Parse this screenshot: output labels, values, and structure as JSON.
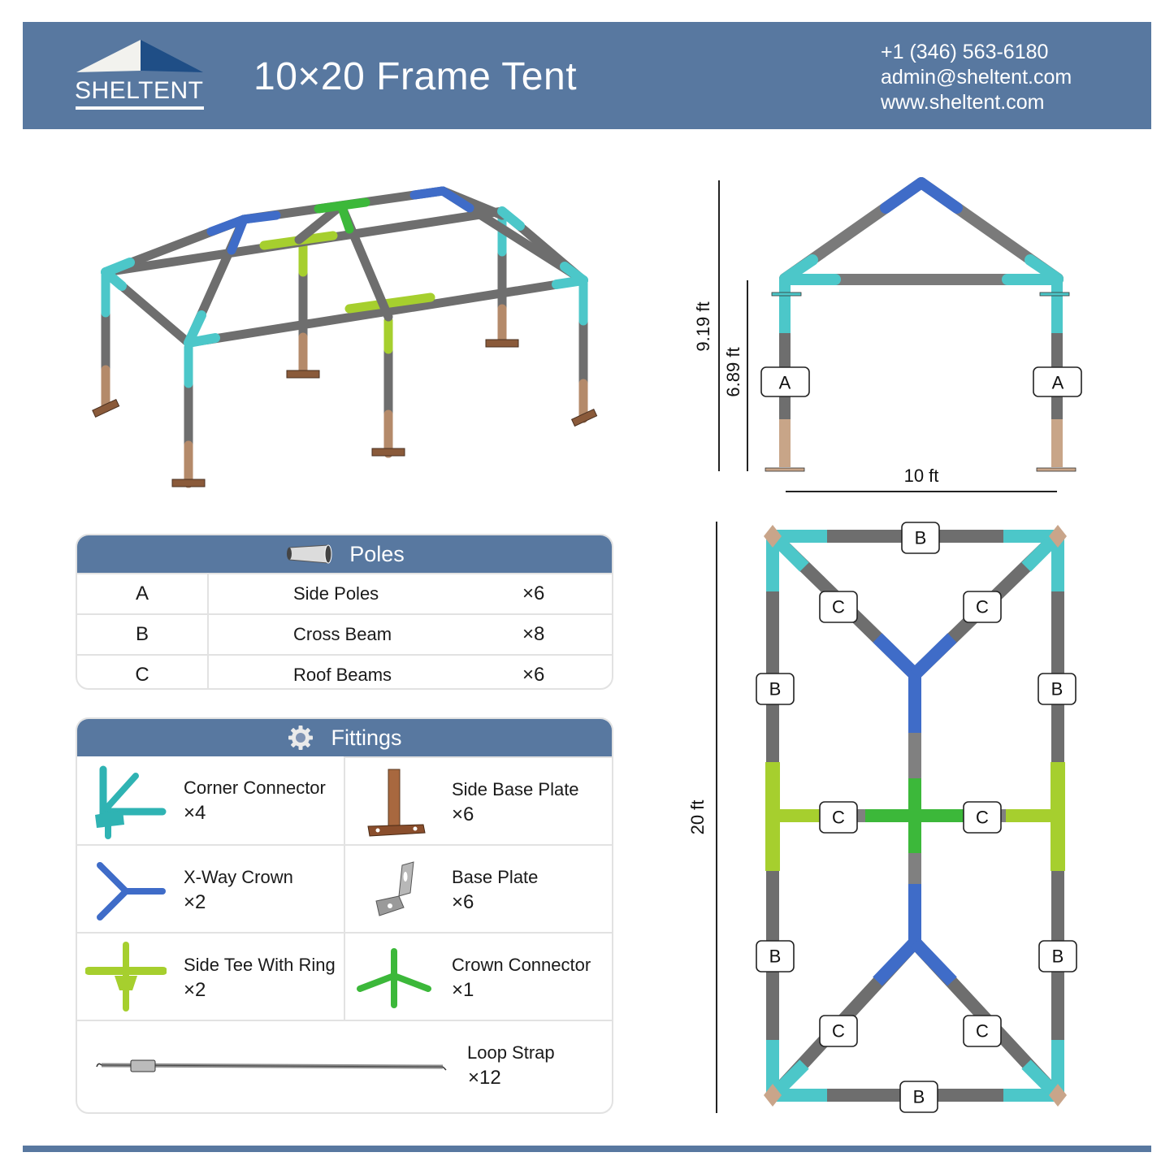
{
  "header": {
    "brand": "SHELTENT",
    "title": "10×20 Frame Tent",
    "contact": {
      "phone": "+1 (346) 563-6180",
      "email": "admin@sheltent.com",
      "website": "www.sheltent.com"
    }
  },
  "colors": {
    "brand_blue": "#5878a0",
    "corner_cyan": "#4cc7c9",
    "crown_blue": "#3f6cc8",
    "tee_lime": "#a6cf2e",
    "crown_green": "#3cb83a",
    "pole_gray": "#6e6e6e",
    "base_brown": "#b48a6a"
  },
  "front_view": {
    "height_total": "9.19 ft",
    "height_side": "6.89 ft",
    "width": "10 ft",
    "labels": [
      "A",
      "A"
    ]
  },
  "top_view": {
    "length": "20 ft",
    "labels": {
      "top_b": "B",
      "upper_c_left": "C",
      "upper_c_right": "C",
      "upper_b_left": "B",
      "upper_b_right": "B",
      "mid_c_left": "C",
      "mid_c_right": "C",
      "lower_b_left": "B",
      "lower_b_right": "B",
      "lower_c_left": "C",
      "lower_c_right": "C",
      "bottom_b": "B"
    }
  },
  "poles": {
    "title": "Poles",
    "icon": "pole-tube-icon",
    "rows": [
      {
        "code": "A",
        "name": "Side Poles",
        "qty": "×6"
      },
      {
        "code": "B",
        "name": "Cross Beam",
        "qty": "×8"
      },
      {
        "code": "C",
        "name": "Roof Beams",
        "qty": "×6"
      }
    ]
  },
  "fittings": {
    "title": "Fittings",
    "icon": "gear-icon",
    "items": [
      {
        "name": "Corner Connector",
        "qty": "×4",
        "icon": "corner-connector-icon"
      },
      {
        "name": "Side Base Plate",
        "qty": "×6",
        "icon": "side-base-plate-icon"
      },
      {
        "name": "X-Way Crown",
        "qty": "×2",
        "icon": "x-way-crown-icon"
      },
      {
        "name": "Base Plate",
        "qty": "×6",
        "icon": "base-plate-icon"
      },
      {
        "name": "Side Tee With Ring",
        "qty": "×2",
        "icon": "side-tee-icon"
      },
      {
        "name": "Crown Connector",
        "qty": "×1",
        "icon": "crown-connector-icon"
      },
      {
        "name": "Loop Strap",
        "qty": "×12",
        "icon": "loop-strap-icon"
      }
    ]
  }
}
